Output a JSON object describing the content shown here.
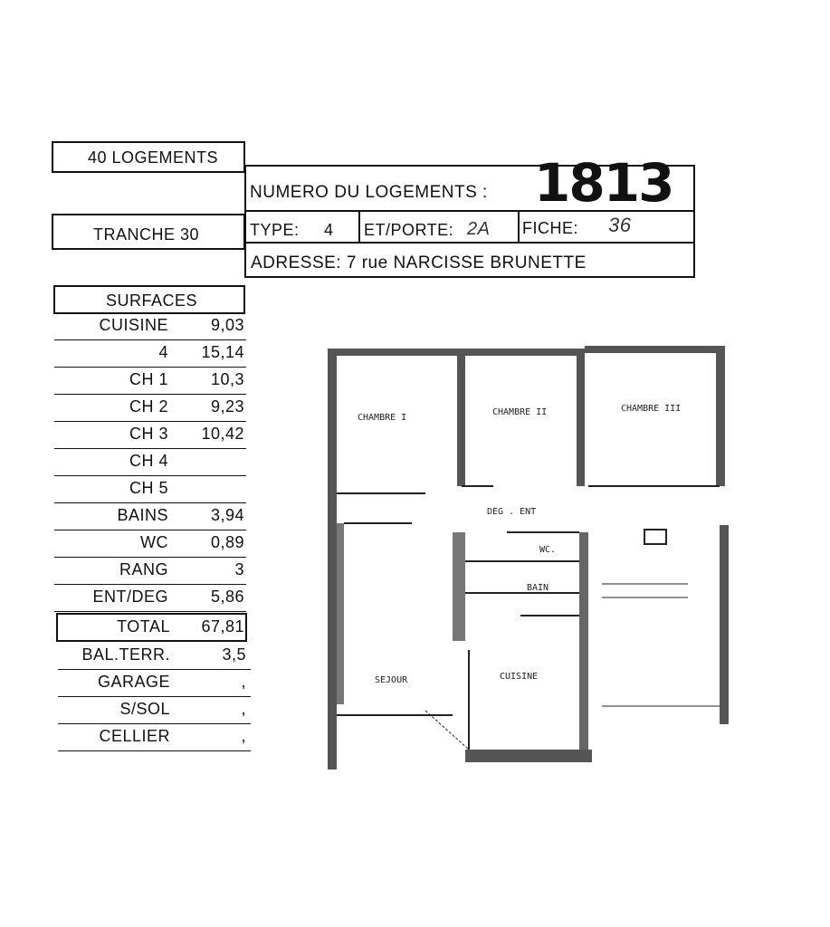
{
  "header": {
    "logements": "40 LOGEMENTS",
    "tranche": "TRANCHE 30",
    "numero_label": "NUMERO DU LOGEMENTS :",
    "numero_value": "1813",
    "type_label": "TYPE:",
    "type_value": "4",
    "etporte_label": "ET/PORTE:",
    "etporte_value": "2A",
    "fiche_label": "FICHE:",
    "fiche_value": "36",
    "adresse": "ADRESSE: 7 rue NARCISSE BRUNETTE"
  },
  "surfaces": {
    "title": "SURFACES",
    "rows": [
      {
        "label": "CUISINE",
        "value": "9,03"
      },
      {
        "label": "4",
        "value": "15,14"
      },
      {
        "label": "CH 1",
        "value": "10,3"
      },
      {
        "label": "CH 2",
        "value": "9,23"
      },
      {
        "label": "CH 3",
        "value": "10,42"
      },
      {
        "label": "CH 4",
        "value": ""
      },
      {
        "label": "CH 5",
        "value": ""
      },
      {
        "label": "BAINS",
        "value": "3,94"
      },
      {
        "label": "WC",
        "value": "0,89"
      },
      {
        "label": "RANG",
        "value": "3"
      },
      {
        "label": "ENT/DEG",
        "value": "5,86"
      }
    ],
    "total": {
      "label": "TOTAL",
      "value": "67,81"
    },
    "extras": [
      {
        "label": "BAL.TERR.",
        "value": "3,5"
      },
      {
        "label": "GARAGE",
        "value": ","
      },
      {
        "label": "S/SOL",
        "value": ","
      },
      {
        "label": "CELLIER",
        "value": ","
      }
    ]
  },
  "plan": {
    "rooms": {
      "chambre1": "CHAMBRE I",
      "chambre2": "CHAMBRE II",
      "chambre3": "CHAMBRE III",
      "deg_ent": "DEG . ENT",
      "wc": "WC.",
      "bain": "BAIN",
      "sejour": "SEJOUR",
      "cuisine": "CUISINE"
    }
  }
}
